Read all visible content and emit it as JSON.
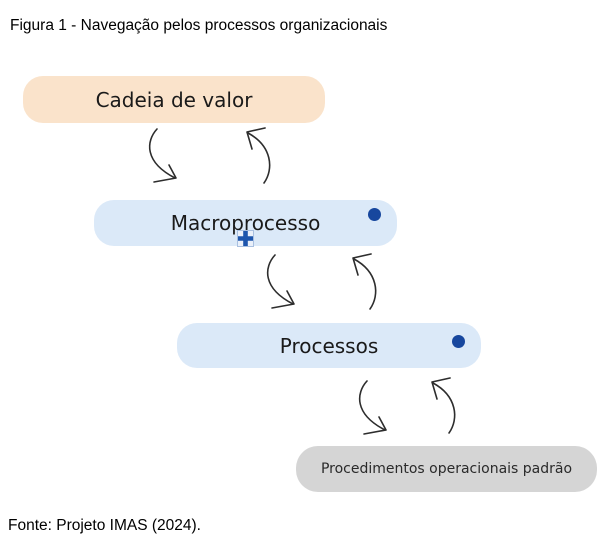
{
  "figure": {
    "title": "Figura 1 - Navegação pelos processos organizacionais",
    "source": "Fonte: Projeto IMAS (2024)."
  },
  "diagram": {
    "nodes": [
      {
        "label": "Cadeia de valor",
        "fill": "#FAE3CB",
        "has_dot": false
      },
      {
        "label": "Macroprocesso",
        "fill": "#DBE9F8",
        "has_dot": true
      },
      {
        "label": "Processos",
        "fill": "#DBE9F8",
        "has_dot": true
      },
      {
        "label": "Procedimentos operacionais padrão",
        "fill": "#D5D5D5",
        "has_dot": false
      }
    ],
    "dot_color": "#17479E",
    "arrow_color": "#2D2D2D",
    "plus_icon": {
      "color": "#1D55AD",
      "background": "#EAF0FA",
      "border": "#A9C0E0"
    }
  }
}
